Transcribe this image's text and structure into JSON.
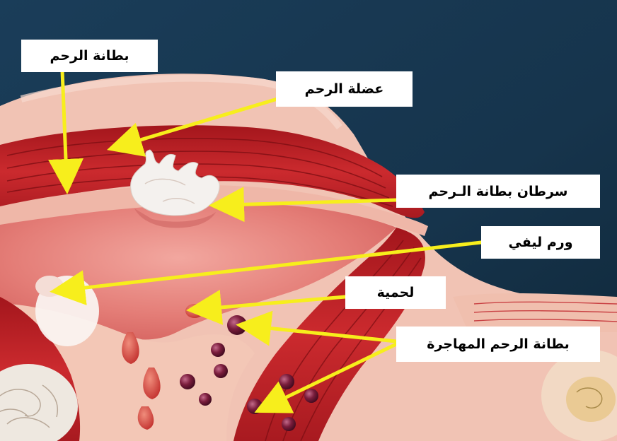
{
  "labels": {
    "endometrium": "بطانة الرحم",
    "myometrium": "عضلة الرحم",
    "endometrial_cancer": "سرطان بطانة الـرحم",
    "fibroid": "ورم ليفي",
    "polyp": "لحمية",
    "endometriosis": "بطانة الرحم المهاجرة"
  },
  "colors": {
    "arrow": "#f7ee1c",
    "label_bg": "#ffffff",
    "label_text": "#000000",
    "background": "#16344c",
    "muscle": "#c0242a",
    "lining": "#e88784",
    "tissue": "#f1c3b4"
  }
}
